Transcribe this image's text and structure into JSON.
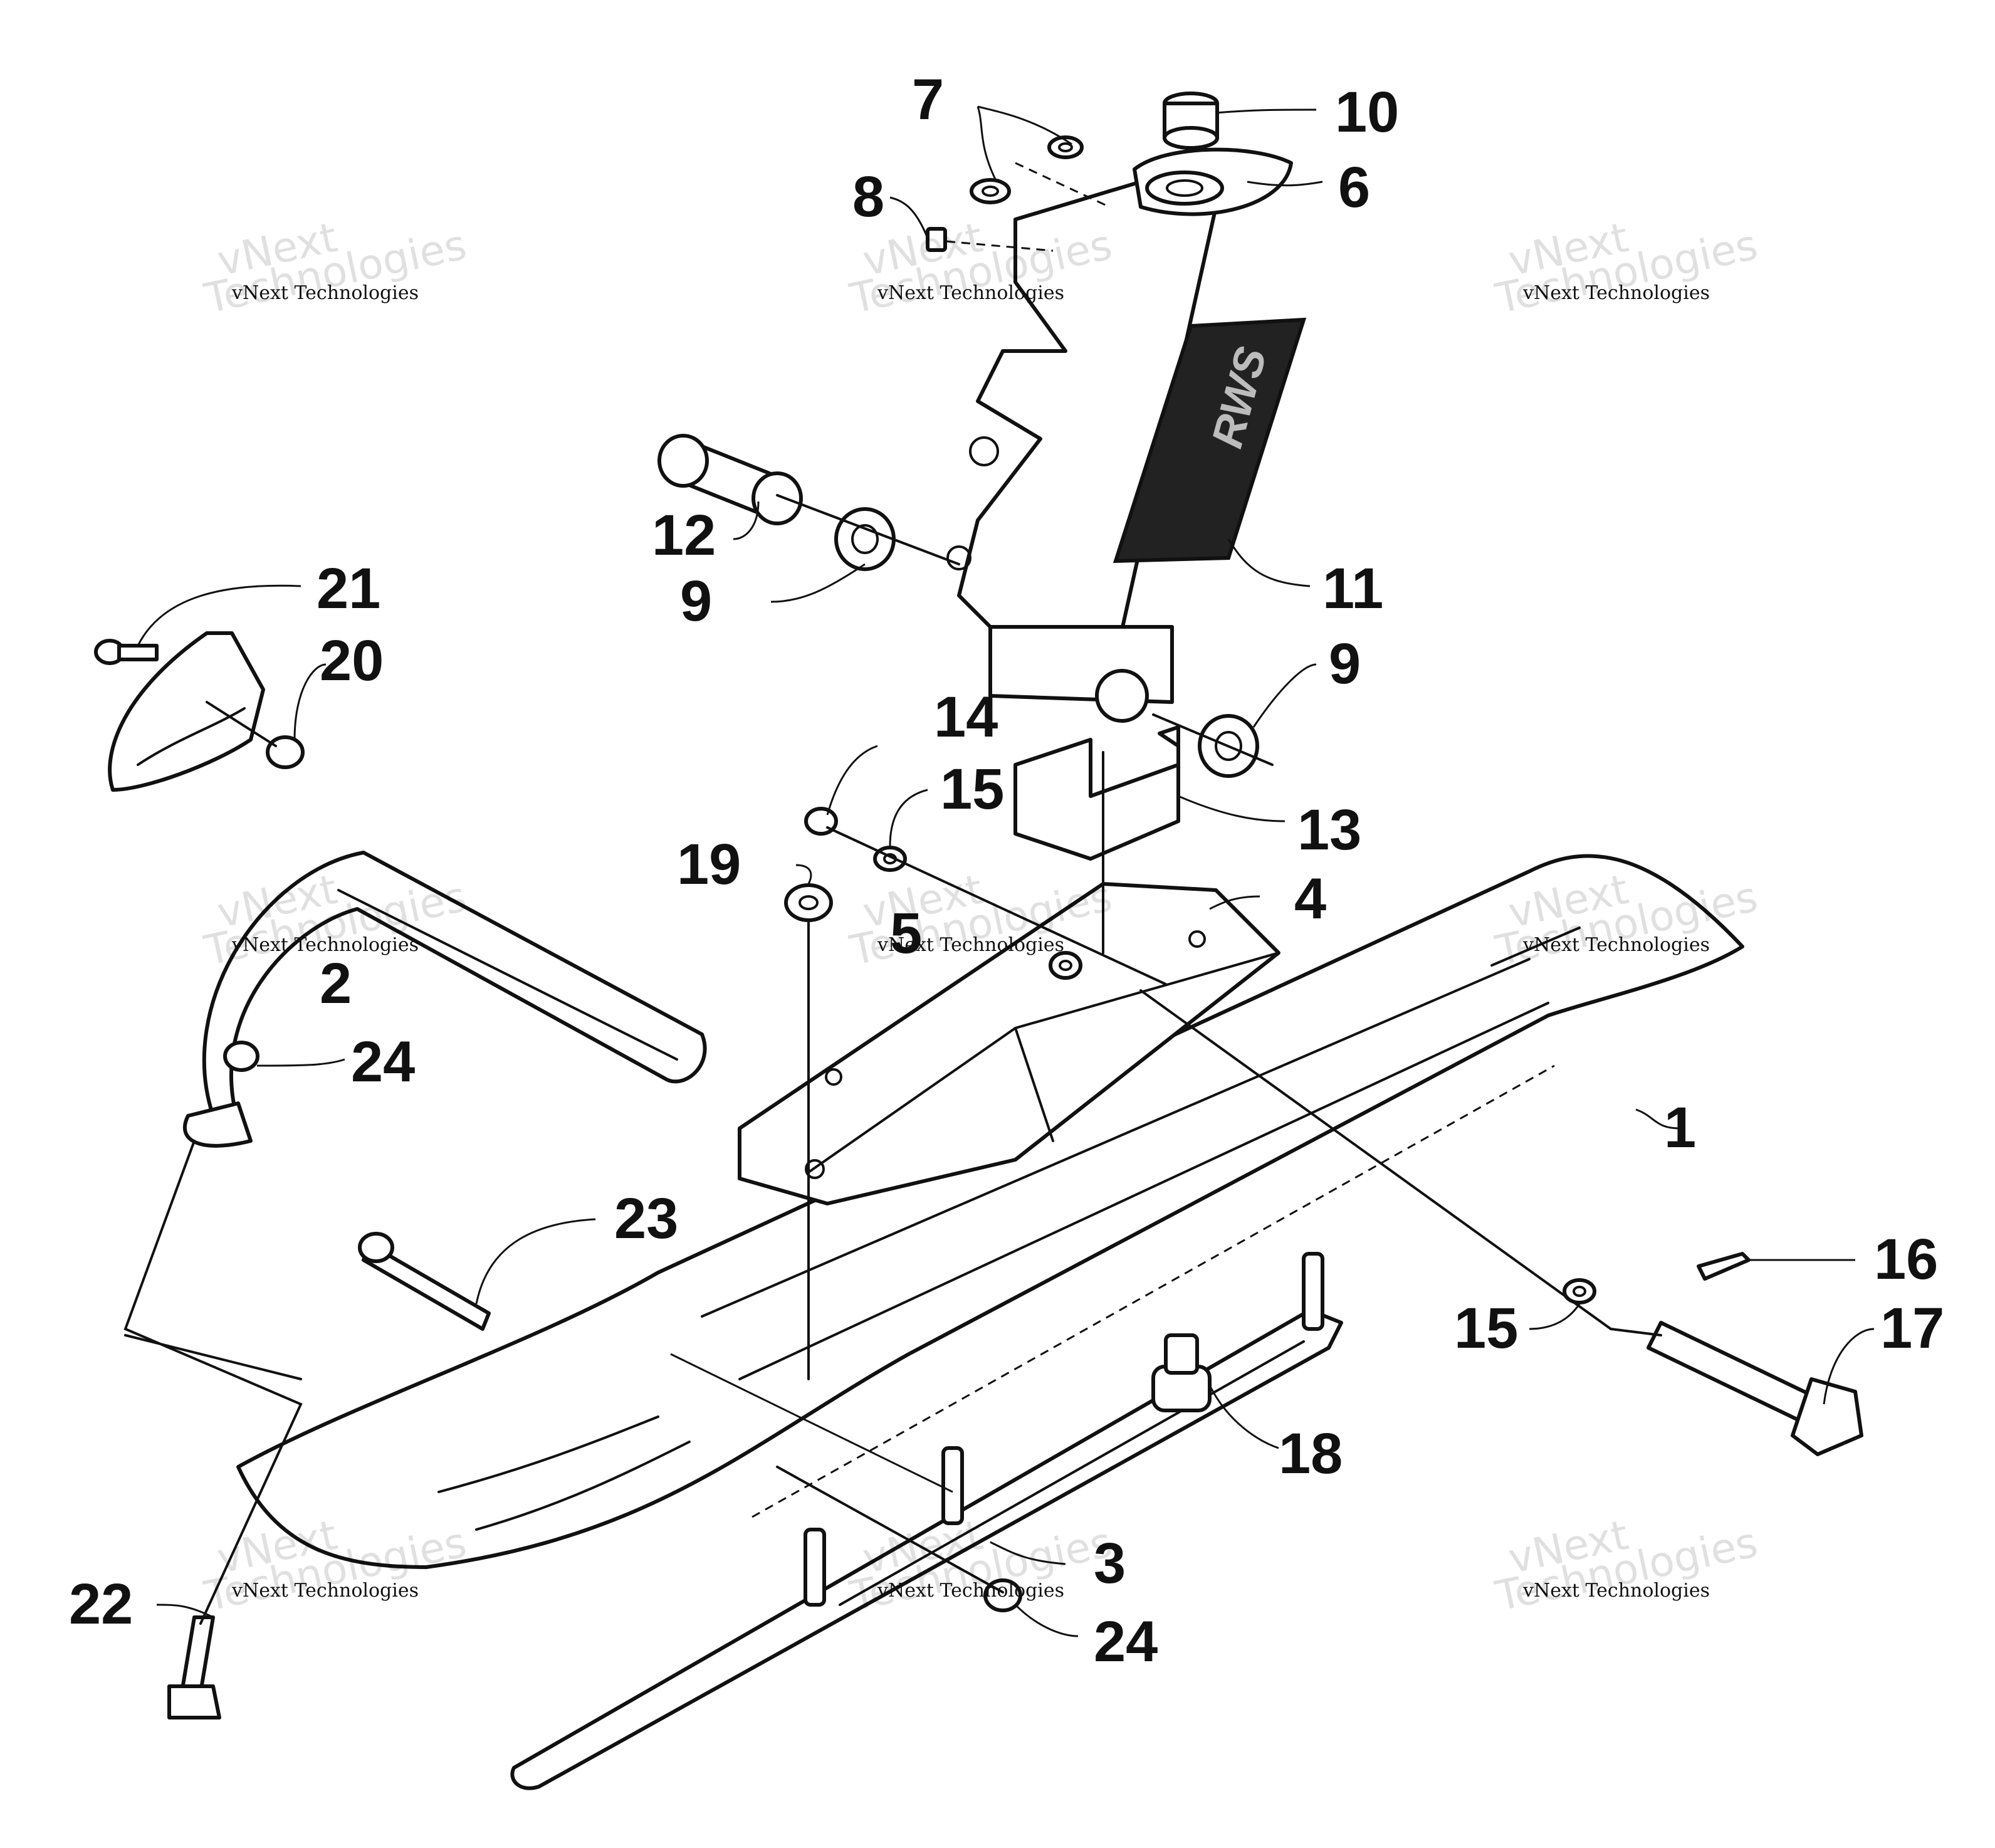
{
  "diagram": {
    "callouts": [
      {
        "id": "c1",
        "label": "1"
      },
      {
        "id": "c2",
        "label": "2"
      },
      {
        "id": "c3",
        "label": "3"
      },
      {
        "id": "c4",
        "label": "4"
      },
      {
        "id": "c5",
        "label": "5"
      },
      {
        "id": "c6",
        "label": "6"
      },
      {
        "id": "c7",
        "label": "7"
      },
      {
        "id": "c8",
        "label": "8"
      },
      {
        "id": "c9a",
        "label": "9"
      },
      {
        "id": "c9b",
        "label": "9"
      },
      {
        "id": "c10",
        "label": "10"
      },
      {
        "id": "c11",
        "label": "11"
      },
      {
        "id": "c12",
        "label": "12"
      },
      {
        "id": "c13",
        "label": "13"
      },
      {
        "id": "c14",
        "label": "14"
      },
      {
        "id": "c15a",
        "label": "15"
      },
      {
        "id": "c15b",
        "label": "15"
      },
      {
        "id": "c16",
        "label": "16"
      },
      {
        "id": "c17",
        "label": "17"
      },
      {
        "id": "c18",
        "label": "18"
      },
      {
        "id": "c19",
        "label": "19"
      },
      {
        "id": "c20",
        "label": "20"
      },
      {
        "id": "c21",
        "label": "21"
      },
      {
        "id": "c22",
        "label": "22"
      },
      {
        "id": "c23",
        "label": "23"
      },
      {
        "id": "c24a",
        "label": "24"
      },
      {
        "id": "c24b",
        "label": "24"
      }
    ],
    "decal_text": "RWS"
  },
  "watermark": {
    "brand": "vNext",
    "line": "vNext Technologies",
    "word": "Technologies"
  }
}
